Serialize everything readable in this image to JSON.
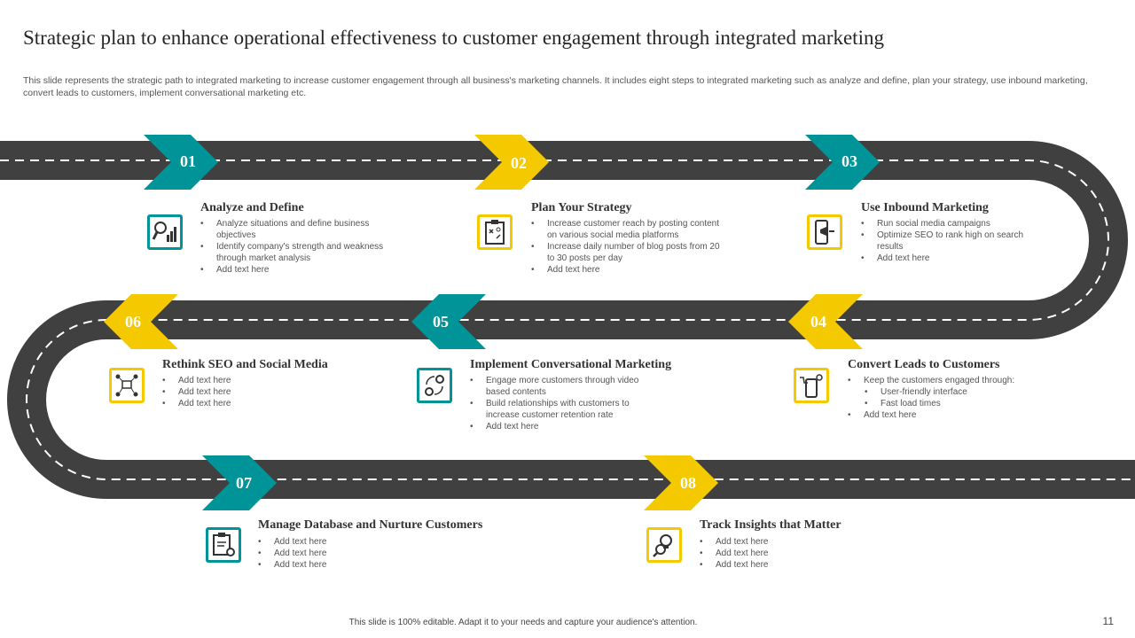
{
  "title": "Strategic plan to enhance operational effectiveness to customer engagement through integrated marketing",
  "description": "This slide represents the strategic path to integrated marketing to increase customer engagement through all business's marketing channels. It includes eight steps to integrated marketing such as analyze and define, plan your strategy, use inbound marketing, convert leads to customers, implement conversational marketing etc.",
  "colors": {
    "teal": "#009499",
    "yellow": "#f4c900",
    "road": "#404040"
  },
  "steps": [
    {
      "num": "01",
      "title": "Analyze and Define",
      "icon": "analytics-magnifier-icon",
      "bullets": [
        "Analyze situations and define business objectives",
        "Identify company's strength and weakness through market analysis",
        "Add text here"
      ]
    },
    {
      "num": "02",
      "title": "Plan Your Strategy",
      "icon": "strategy-board-icon",
      "bullets": [
        "Increase customer reach by posting content on various social media platforms",
        "Increase daily number of blog posts from 20 to 30 posts per day",
        "Add text here"
      ]
    },
    {
      "num": "03",
      "title": "Use Inbound Marketing",
      "icon": "mobile-megaphone-icon",
      "bullets": [
        "Run social media campaigns",
        "Optimize SEO to rank high on search results",
        "Add text here"
      ]
    },
    {
      "num": "04",
      "title": "Convert Leads to Customers",
      "icon": "mobile-shopping-icon",
      "bullets": [
        "Keep the customers engaged through:",
        "User-friendly interface",
        "Fast load times",
        "Add text here"
      ]
    },
    {
      "num": "05",
      "title": "Implement Conversational Marketing",
      "icon": "conversation-cycle-icon",
      "bullets": [
        "Engage more customers through video based contents",
        "Build relationships with customers to increase customer retention rate",
        "Add text here"
      ]
    },
    {
      "num": "06",
      "title": "Rethink SEO and Social Media",
      "icon": "social-network-icon",
      "bullets": [
        "Add text here",
        "Add text here",
        "Add text here"
      ]
    },
    {
      "num": "07",
      "title": "Manage Database and Nurture Customers",
      "icon": "database-report-icon",
      "bullets": [
        "Add text here",
        "Add text here",
        "Add text here"
      ]
    },
    {
      "num": "08",
      "title": "Track Insights that Matter",
      "icon": "insight-bulb-icon",
      "bullets": [
        "Add text here",
        "Add text here",
        "Add text here"
      ]
    }
  ],
  "footer": "This slide is 100% editable. Adapt it to your needs and capture your audience's attention.",
  "page_number": "11"
}
